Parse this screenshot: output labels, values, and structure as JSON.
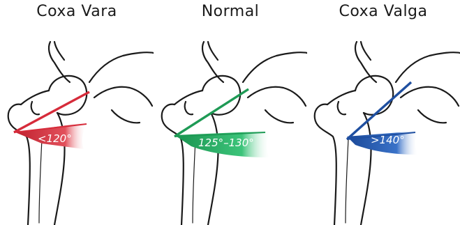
{
  "panels": [
    {
      "title": "Coxa Vara",
      "angle_label": "<120°",
      "color": "#d62b3a"
    },
    {
      "title": "Normal",
      "angle_label": "125°–130°",
      "color": "#1e9a55"
    },
    {
      "title": "Coxa Valga",
      "angle_label": ">140°",
      "color": "#1f4fa0"
    }
  ]
}
